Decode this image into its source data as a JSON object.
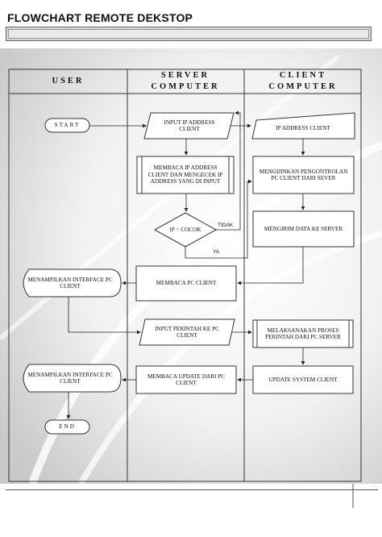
{
  "title": "FLOWCHART REMOTE DEKSTOP",
  "lanes": {
    "user": "USER",
    "server": "SERVER COMPUTER",
    "client": "CLIENT COMPUTER"
  },
  "nodes": {
    "start": "START",
    "input_ip": "INPUT IP ADDRESS CLIENT",
    "ip_client": "IP ADDRESS CLIENT",
    "read_ip": "MEMBACA IP ADDRESS CLIENT DAN MENGECEK IP ADDRESS YANG DI INPUT",
    "allow_control": "MENGIJINKAN PENGONTROLAN PC CLIENT DARI SEVER",
    "ip_match": "IP = COCOK",
    "send_data": "MENGIRIM DATA KE SERVER",
    "show_interface_1": "MENAMPILKAN INTERFACE PC CLIENT",
    "read_pc": "MEMBACA PC CLIENT",
    "input_command": "INPUT PERINTAH KE PC CLIENT",
    "execute_command": "MELAKSANAKAN PROSES PERINTAH DARI PC SERVER",
    "show_interface_2": "MENAMPILKAN INTERFACE PC CLIENT",
    "read_update": "MEMBACA UPDATE DARI PC CLIENT",
    "update_client": "UPDATE SYSTEM CLIENT",
    "end": "END"
  },
  "edge_labels": {
    "no": "TIDAK",
    "yes": "YA"
  }
}
